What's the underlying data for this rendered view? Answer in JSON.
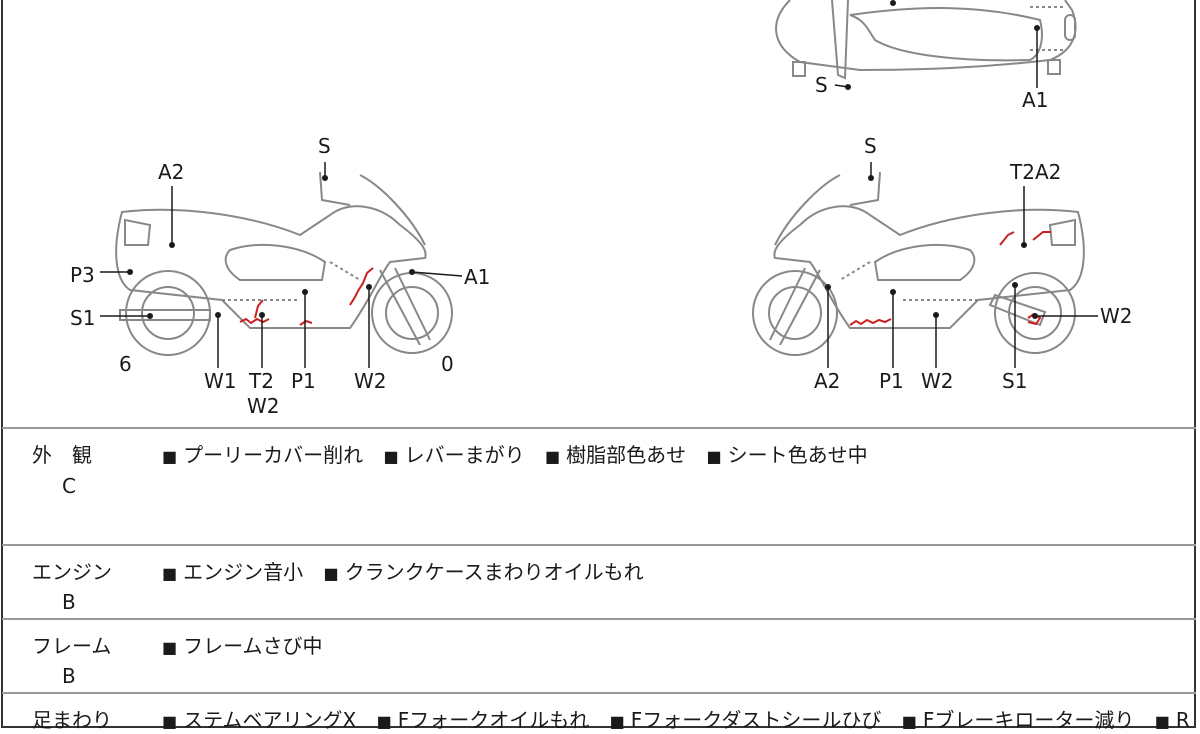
{
  "diagram": {
    "top_view": {
      "labels": {
        "s": "S",
        "a1": "A1"
      }
    },
    "left_side": {
      "labels": {
        "s": "S",
        "a2": "A2",
        "p3": "P3",
        "s1": "S1",
        "six": "6",
        "w1": "W1",
        "t2": "T2",
        "w2a": "W2",
        "p1": "P1",
        "w2b": "W2",
        "zero": "0",
        "a1": "A1"
      }
    },
    "right_side": {
      "labels": {
        "s": "S",
        "t2a2": "T2A2",
        "w2": "W2",
        "a2": "A2",
        "p1": "P1",
        "w2b": "W2",
        "s1": "S1"
      }
    },
    "damage_color": "#cc2020"
  },
  "sections": [
    {
      "category": "外　観",
      "grade": "C",
      "items": [
        "プーリーカバー削れ",
        "レバーまがり",
        "樹脂部色あせ",
        "シート色あせ中"
      ]
    },
    {
      "category": "エンジン",
      "grade": "B",
      "items": [
        "エンジン音小",
        "クランクケースまわりオイルもれ"
      ]
    },
    {
      "category": "フレーム",
      "grade": "B",
      "items": [
        "フレームさび中"
      ]
    },
    {
      "category": "足まわり",
      "grade": "",
      "items": [
        "ステムベアリングX",
        "Fフォークオイルもれ",
        "Fフォークダストシールひび",
        "Fブレーキローター減り",
        "R"
      ]
    }
  ],
  "bullet": "■"
}
